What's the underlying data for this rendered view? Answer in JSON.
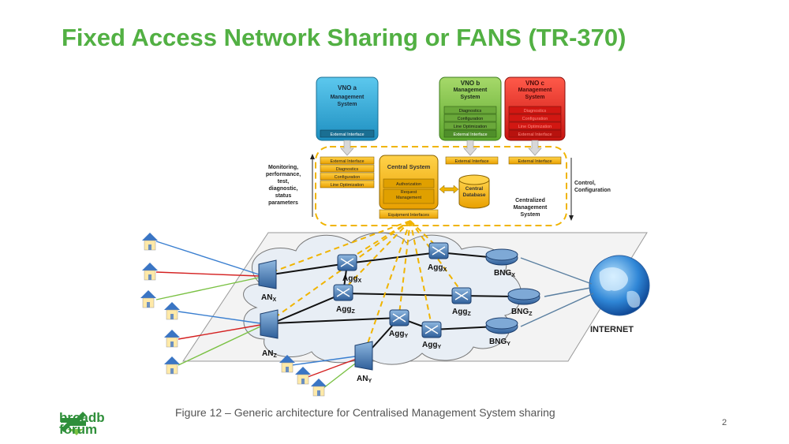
{
  "slide": {
    "title": "Fixed Access Network Sharing or FANS  (TR-370)",
    "caption": "Figure 12 – Generic architecture for Centralised Management System sharing",
    "page_number": "2",
    "logo_text_line1": "broadb",
    "logo_text_line2": "forum"
  },
  "colors": {
    "title": "#52b043",
    "vno_a": "#29a8d8",
    "vno_b": "#7ac143",
    "vno_c": "#e0201b",
    "central": "#f7b500",
    "dashed": "#f0b400"
  },
  "vno": {
    "a": {
      "title": "VNO a",
      "subtitle": "Management System",
      "ext": "External Interface"
    },
    "b": {
      "title": "VNO b",
      "subtitle": "Management System",
      "items": [
        "Diagnostics",
        "Configuration",
        "Line Optimization",
        "External Interface"
      ]
    },
    "c": {
      "title": "VNO c",
      "subtitle": "Management System",
      "items": [
        "Diagnostics",
        "Configuration",
        "Line Optimization",
        "External Interface"
      ]
    }
  },
  "central": {
    "left_items": [
      "External Interface",
      "Diagnostics",
      "Configuration",
      "Line Optimization"
    ],
    "system_title": "Central System",
    "system_items": [
      "Authorization",
      "Request Management"
    ],
    "equipment": "Equipment Interfaces",
    "database": "Central Database",
    "ext_b": "External Interface",
    "ext_c": "External Interface",
    "cms_label": "Centralized Management System",
    "left_note": "Monitoring, performance, test, diagnostic, status parameters",
    "right_note": "Control, Configuration"
  },
  "network": {
    "an": [
      {
        "name": "AN",
        "sub": "X"
      },
      {
        "name": "AN",
        "sub": "Z"
      },
      {
        "name": "AN",
        "sub": "Y"
      }
    ],
    "agg": [
      {
        "name": "Agg",
        "sub": "X"
      },
      {
        "name": "Agg",
        "sub": "X"
      },
      {
        "name": "Agg",
        "sub": "Z"
      },
      {
        "name": "Agg",
        "sub": "Z"
      },
      {
        "name": "Agg",
        "sub": "Y"
      },
      {
        "name": "Agg",
        "sub": "Y"
      }
    ],
    "bng": [
      {
        "name": "BNG",
        "sub": "X"
      },
      {
        "name": "BNG",
        "sub": "Z"
      },
      {
        "name": "BNG",
        "sub": "Y"
      }
    ],
    "internet": "INTERNET"
  }
}
